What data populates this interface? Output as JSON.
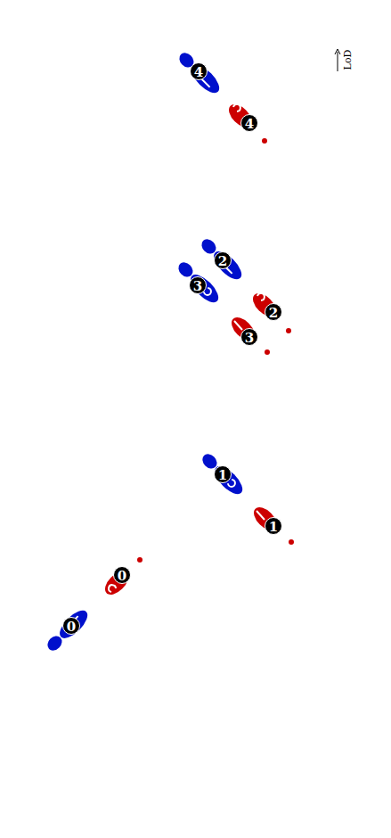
{
  "diagram": {
    "labels": [
      "4",
      "4",
      "2",
      "3",
      "2",
      "3",
      "1",
      "1",
      "0",
      "0",
      "LoD"
    ]
  }
}
